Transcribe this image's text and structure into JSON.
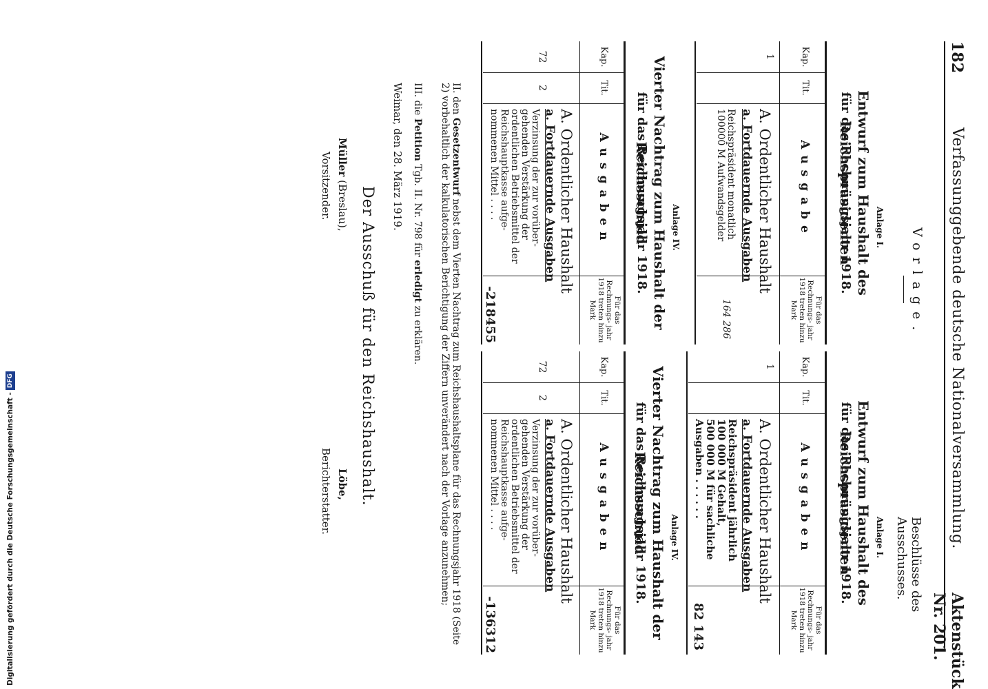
{
  "header": {
    "page_number": "182",
    "running_title": "Verfassunggebende deutsche Nationalversammlung.",
    "aktenstueck": "Aktenstück Nr. 201.",
    "vorlage": "Vorlage.",
    "beschluesse": "Beschlüsse des Ausschusses."
  },
  "left": {
    "anlage1": "Anlage I.",
    "title1_line1": "Entwurf zum Haushalt des Reichspräsidenten",
    "title1_line2": "für das Rechnungsjahr 1918.",
    "col_kap": "Kap.",
    "col_tit": "Tit.",
    "col_main": "Ausgabe",
    "col_amount": "Für das Rechnungs- jahr 1918 treten hinzu Mark",
    "kap": "1",
    "sec_a": "A. Ordentlicher Haushalt",
    "sec_a_sub": "a. Fortdauernde Ausgaben",
    "item": "Reichspräsident monatlich 100000 M Aufwandsgelder",
    "amount": "164 286",
    "anlage4": "Anlage IV.",
    "title4_line1": "Vierter Nachtrag zum Haushalt der Reichsschuld",
    "title4_line2": "für das Rechnungsjahr 1918.",
    "col_main4": "Ausgaben",
    "kap4": "72",
    "tit4": "2",
    "sec_a4": "A. Ordentlicher Haushalt",
    "sec_a_sub4": "a. Fortdauernde Ausgaben",
    "item4": "Verzinsung der zur vorüber- gehenden Verstärkung der ordentlichen Betriebsmittel der Reichshauptkasse aufge- nommenen Mittel . . . .",
    "amount4": "-218455"
  },
  "right": {
    "anlage1": "Anlage I.",
    "title1_line1": "Entwurf zum Haushalt des Reichspräsidenten",
    "title1_line2": "für das Rechnungsjahr 1918.",
    "col_kap": "Kap.",
    "col_tit": "Tit.",
    "col_main": "Ausgaben",
    "col_amount": "Für das Rechnungs- jahr 1918 treten hinzu Mark",
    "kap": "1",
    "sec_a": "A. Ordentlicher Haushalt",
    "sec_a_sub": "a. Fortdauernde Ausgaben",
    "item_line1": "Reichspräsident jährlich",
    "item_line2": "100 000 M Gehalt,",
    "item_line3": "500 000 M für sachliche",
    "item_line4": "Ausgaben . . . . . .",
    "amount": "82 143",
    "anlage4": "Anlage IV.",
    "title4_line1": "Vierter Nachtrag zum Haushalt der Reichsschuld",
    "title4_line2": "für das Rechnungsjahr 1918.",
    "col_main4": "Ausgaben",
    "kap4": "72",
    "tit4": "2",
    "sec_a4": "A. Ordentlicher Haushalt",
    "sec_a_sub4": "a. Fortdauernde Ausgaben",
    "item4": "Verzinsung der zur vorüber- gehenden Verstärkung der ordentlichen Betriebsmittel der Reichshauptkasse aufge- nommenen Mittel . . . .",
    "amount4": "-136312"
  },
  "footer": {
    "point2_num": "II.",
    "point2_a": "den",
    "point2_b": "Gesetzentwurf",
    "point2_c": "nebst dem Vierten Nachtrag zum Reichshaushaltsplane für das Rechnungsjahr 1918 (Seite 2) vorbehaltlich der kalkulatorischen Berichtigung der Ziffern unverändert nach der Vorlage anzunehmen;",
    "point3_num": "III.",
    "point3_a": "die",
    "point3_b": "Petition",
    "point3_c": "Tgb. II. Nr. 798 für",
    "point3_d": "erledigt",
    "point3_e": "zu erklären.",
    "place_date": "Weimar, den 28. März 1919.",
    "committee": "Der Ausschuß für den Reichshaushalt.",
    "chair_name": "Müller",
    "chair_place": "(Breslau),",
    "chair_role": "Vorsitzender.",
    "reporter_name": "Löbe,",
    "reporter_role": "Berichterstatter."
  },
  "sidebar": {
    "text": "Digitalisierung gefördert durch die Deutsche Forschungsgemeinschaft -",
    "logo": "DFG"
  }
}
